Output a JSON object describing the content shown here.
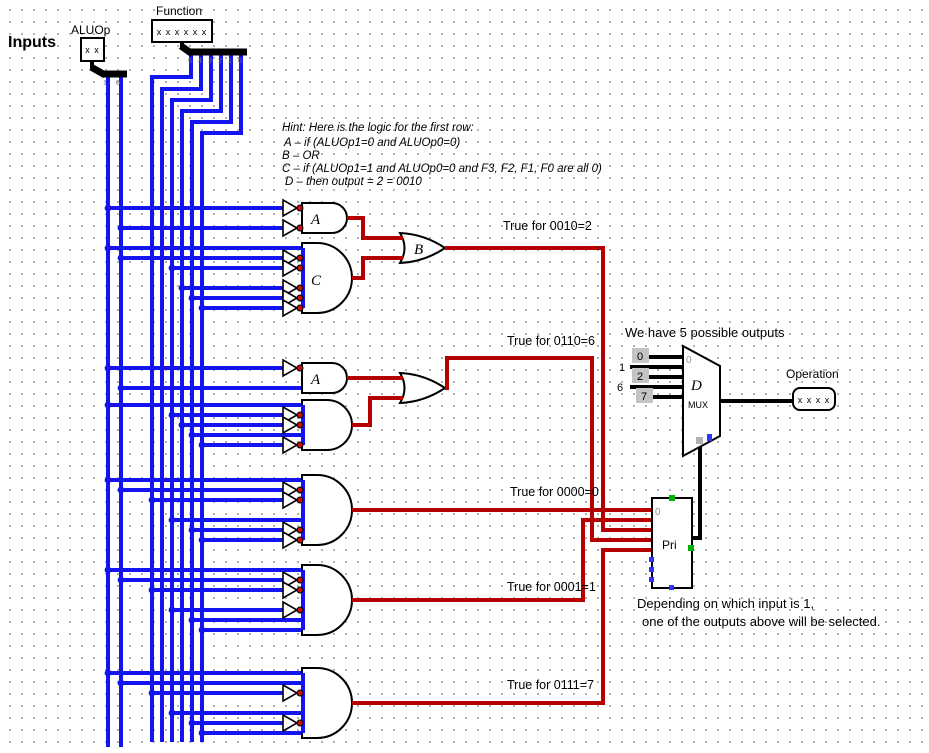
{
  "title": {
    "inputs_label": "Inputs"
  },
  "pins": {
    "aluop": {
      "label": "ALUOp",
      "value": "x x"
    },
    "function": {
      "label": "Function",
      "value": "x x x x x x"
    },
    "operation": {
      "label": "Operation",
      "value": "x x x x"
    }
  },
  "splitters": {
    "aluop_bits": [
      "1",
      "0"
    ],
    "function_bits": [
      "5",
      "4",
      "3",
      "2",
      "1",
      "0"
    ]
  },
  "hint": {
    "line1": "Hint: Here is the logic for the first row:",
    "line2": "A – if (ALUOp1=0 and ALUOp0=0)",
    "line3": "B – OR",
    "line4": "C – if (ALUOp1=1 and ALUOp0=0 and F3, F2, F1, F0 are all 0)",
    "line5": "D – then output = 2 = 0010"
  },
  "gate_labels": {
    "and1": "A",
    "or1": "B",
    "and2": "C",
    "and3": "A",
    "mux": "D"
  },
  "mux": {
    "label": "MUX",
    "pin0": "0",
    "inputs": [
      "0",
      "1",
      "2",
      "6",
      "7"
    ]
  },
  "pri": {
    "label": "Pri",
    "pin0": "0"
  },
  "row_labels": {
    "r2": "True for 0010=2",
    "r6": "True for 0110=6",
    "r0": "True for 0000=0",
    "r1": "True for 0001=1",
    "r7": "True for 0111=7"
  },
  "notes": {
    "outputs": "We have 5 possible outputs",
    "selected1": "Depending on which input is 1,",
    "selected2": "one of the outputs above will be selected."
  },
  "colors": {
    "wire_unknown": "#1414f0",
    "wire_error": "#b40000",
    "wire_bus": "#000000",
    "pin_connected": "#00b000",
    "pin_unconnected": "#3333ff",
    "grid_dot": "#a8a8a8"
  }
}
